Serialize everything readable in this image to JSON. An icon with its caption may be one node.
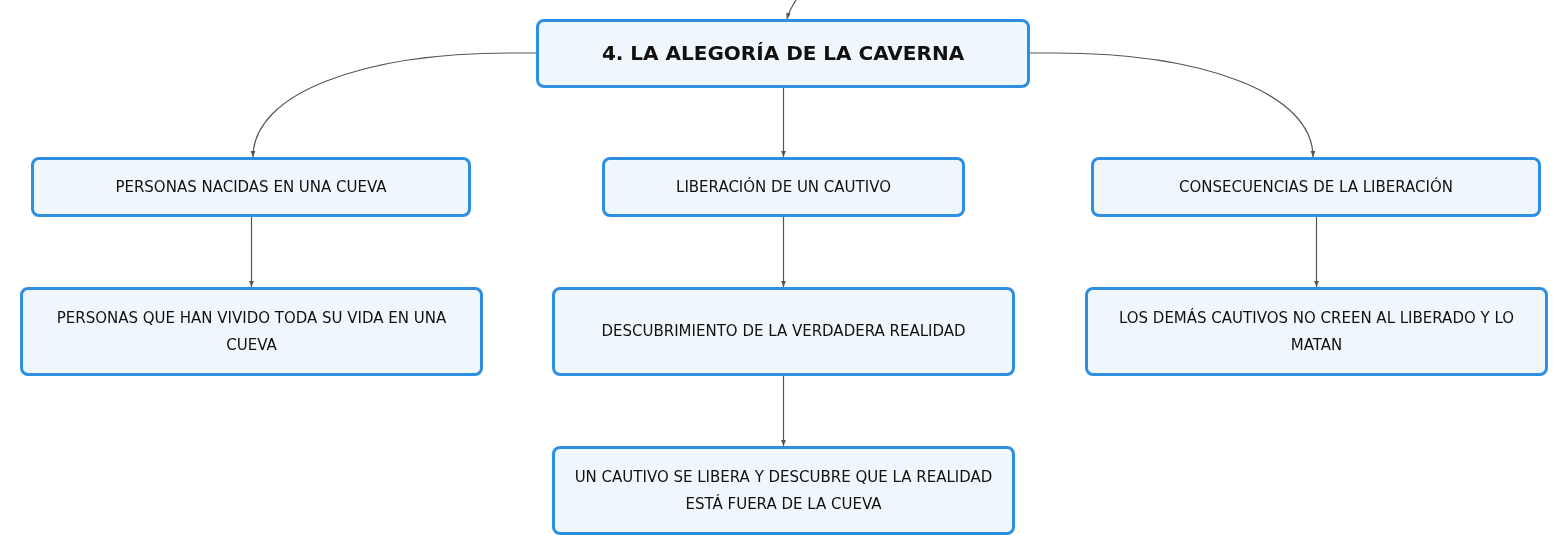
{
  "diagram": {
    "nodes": [
      {
        "text": [
          "4. LA ALEGORÍA DE LA CAVERNA"
        ]
      },
      {
        "text": [
          "PERSONAS NACIDAS EN UNA CUEVA"
        ]
      },
      {
        "text": [
          "LIBERACIÓN DE UN CAUTIVO"
        ]
      },
      {
        "text": [
          "CONSECUENCIAS DE LA LIBERACIÓN"
        ]
      },
      {
        "text": [
          "PERSONAS QUE HAN VIVIDO TODA SU VIDA EN UNA CUEVA"
        ]
      },
      {
        "text": [
          "DESCUBRIMIENTO DE LA VERDADERA REALIDAD"
        ]
      },
      {
        "text": [
          "LOS DEMÁS CAUTIVOS NO CREEN AL LIBERADO Y LO MATAN"
        ]
      },
      {
        "text": [
          "UN CAUTIVO SE LIBERA Y DESCUBRE QUE LA REALIDAD ESTÁ FUERA DE LA CUEVA"
        ]
      }
    ],
    "edges": [
      {
        "from": null,
        "to": 0,
        "arrow": "to"
      },
      {
        "from": 0,
        "to": 1,
        "arrow": "to"
      },
      {
        "from": 0,
        "to": 2,
        "arrow": "to"
      },
      {
        "from": 0,
        "to": 3,
        "arrow": "to"
      },
      {
        "from": 1,
        "to": 4,
        "arrow": "to"
      },
      {
        "from": 2,
        "to": 5,
        "arrow": "to"
      },
      {
        "from": 3,
        "to": 6,
        "arrow": "to"
      },
      {
        "from": 5,
        "to": 7,
        "arrow": "to"
      }
    ]
  }
}
